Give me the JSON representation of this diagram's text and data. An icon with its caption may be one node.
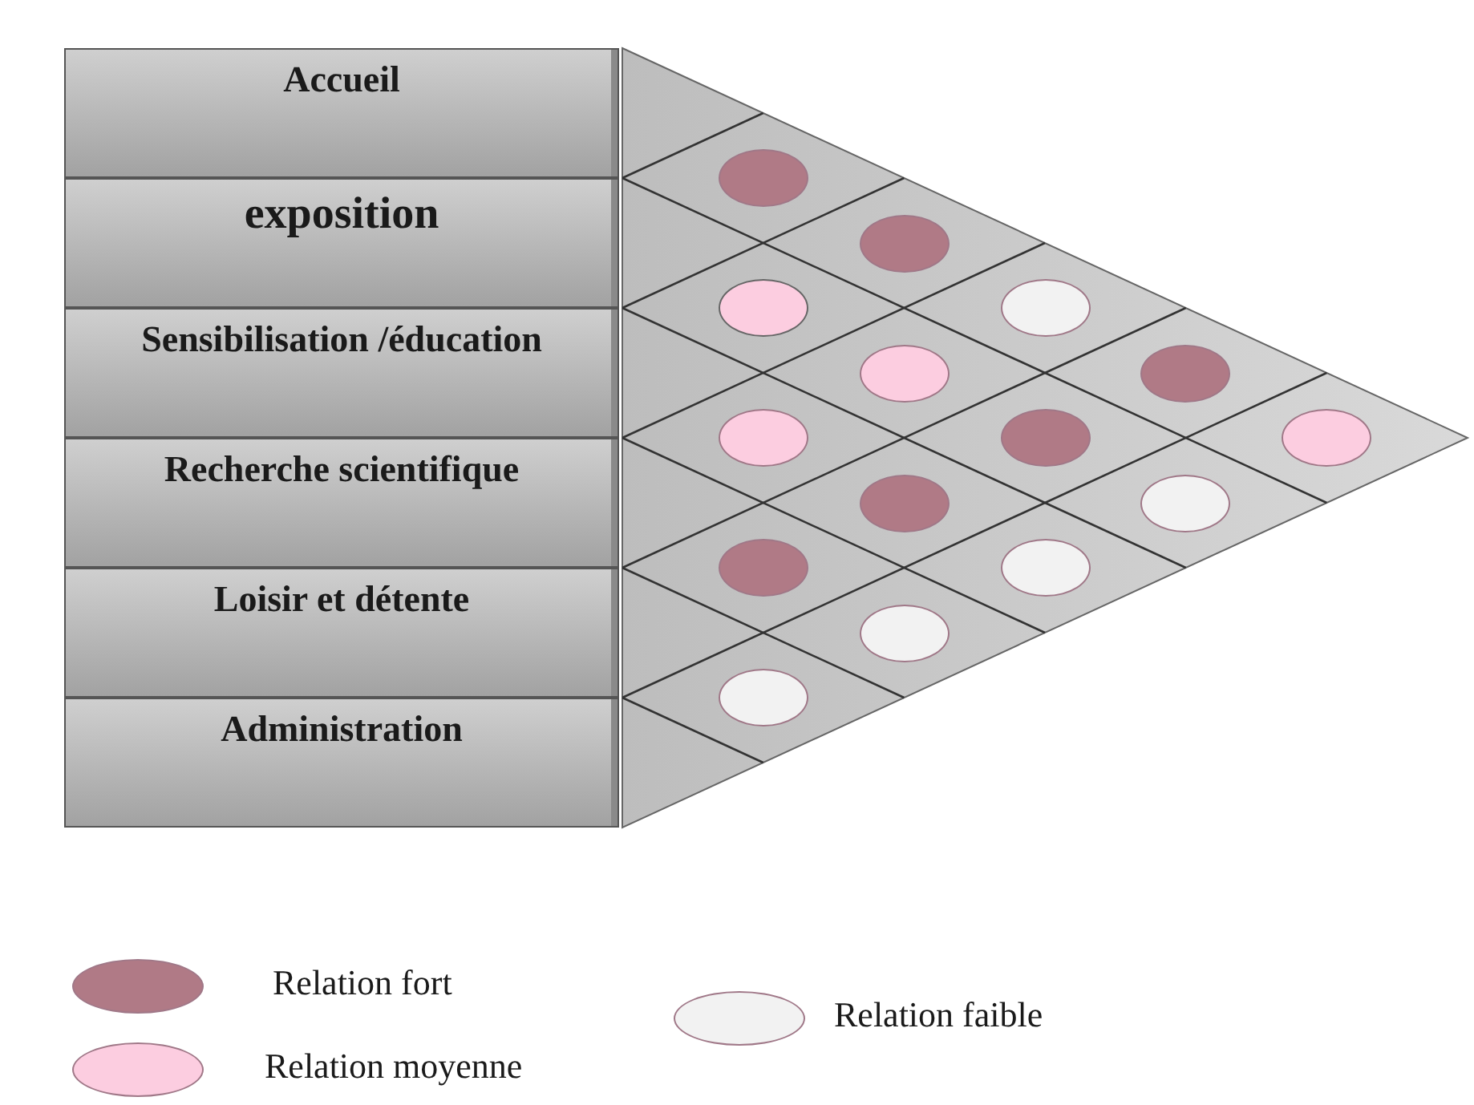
{
  "diagram": {
    "nodes": [
      {
        "text": [
          "Accueil"
        ]
      },
      {
        "text": [
          "exposition"
        ]
      },
      {
        "text": [
          "Sensibilisation /éducation"
        ]
      },
      {
        "text": [
          "Recherche scientifique"
        ]
      },
      {
        "text": [
          "Loisir et détente"
        ]
      },
      {
        "text": [
          "Administration"
        ]
      },
      {
        "text": [],
        "shape": "ellipse"
      },
      {
        "text": [],
        "shape": "ellipse"
      },
      {
        "text": [],
        "shape": "ellipse"
      },
      {
        "text": [],
        "shape": "ellipse"
      },
      {
        "text": [],
        "shape": "ellipse"
      },
      {
        "text": [],
        "shape": "ellipse"
      },
      {
        "text": [],
        "shape": "ellipse"
      },
      {
        "text": [],
        "shape": "ellipse"
      },
      {
        "text": [],
        "shape": "ellipse"
      },
      {
        "text": [],
        "shape": "ellipse"
      },
      {
        "text": [],
        "shape": "ellipse"
      },
      {
        "text": [],
        "shape": "ellipse"
      },
      {
        "text": [],
        "shape": "ellipse"
      },
      {
        "text": [],
        "shape": "ellipse"
      },
      {
        "text": [],
        "shape": "ellipse"
      }
    ],
    "legend": [
      {
        "text": "Relation fort",
        "color": "#b07a86"
      },
      {
        "text": "Relation faible",
        "color": "#f2f2f2"
      },
      {
        "text": "Relation moyenne",
        "color": "#fccde0"
      }
    ]
  }
}
